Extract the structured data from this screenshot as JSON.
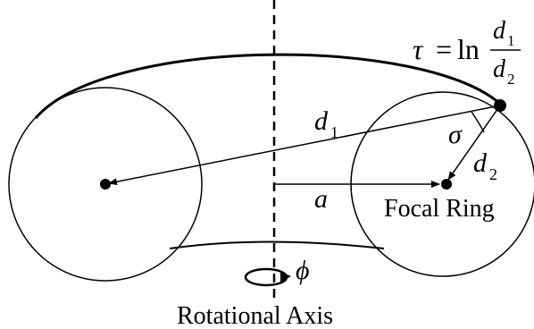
{
  "labels": {
    "tau": "τ",
    "equals": "=",
    "ln": "ln",
    "d": "d",
    "sub1": "1",
    "sub2": "2",
    "sigma": "σ",
    "a": "a",
    "phi": "ϕ",
    "focal_ring": "Focal Ring",
    "rotational_axis": "Rotational Axis"
  },
  "colors": {
    "ink": "#000000",
    "background": "#ffffff"
  }
}
